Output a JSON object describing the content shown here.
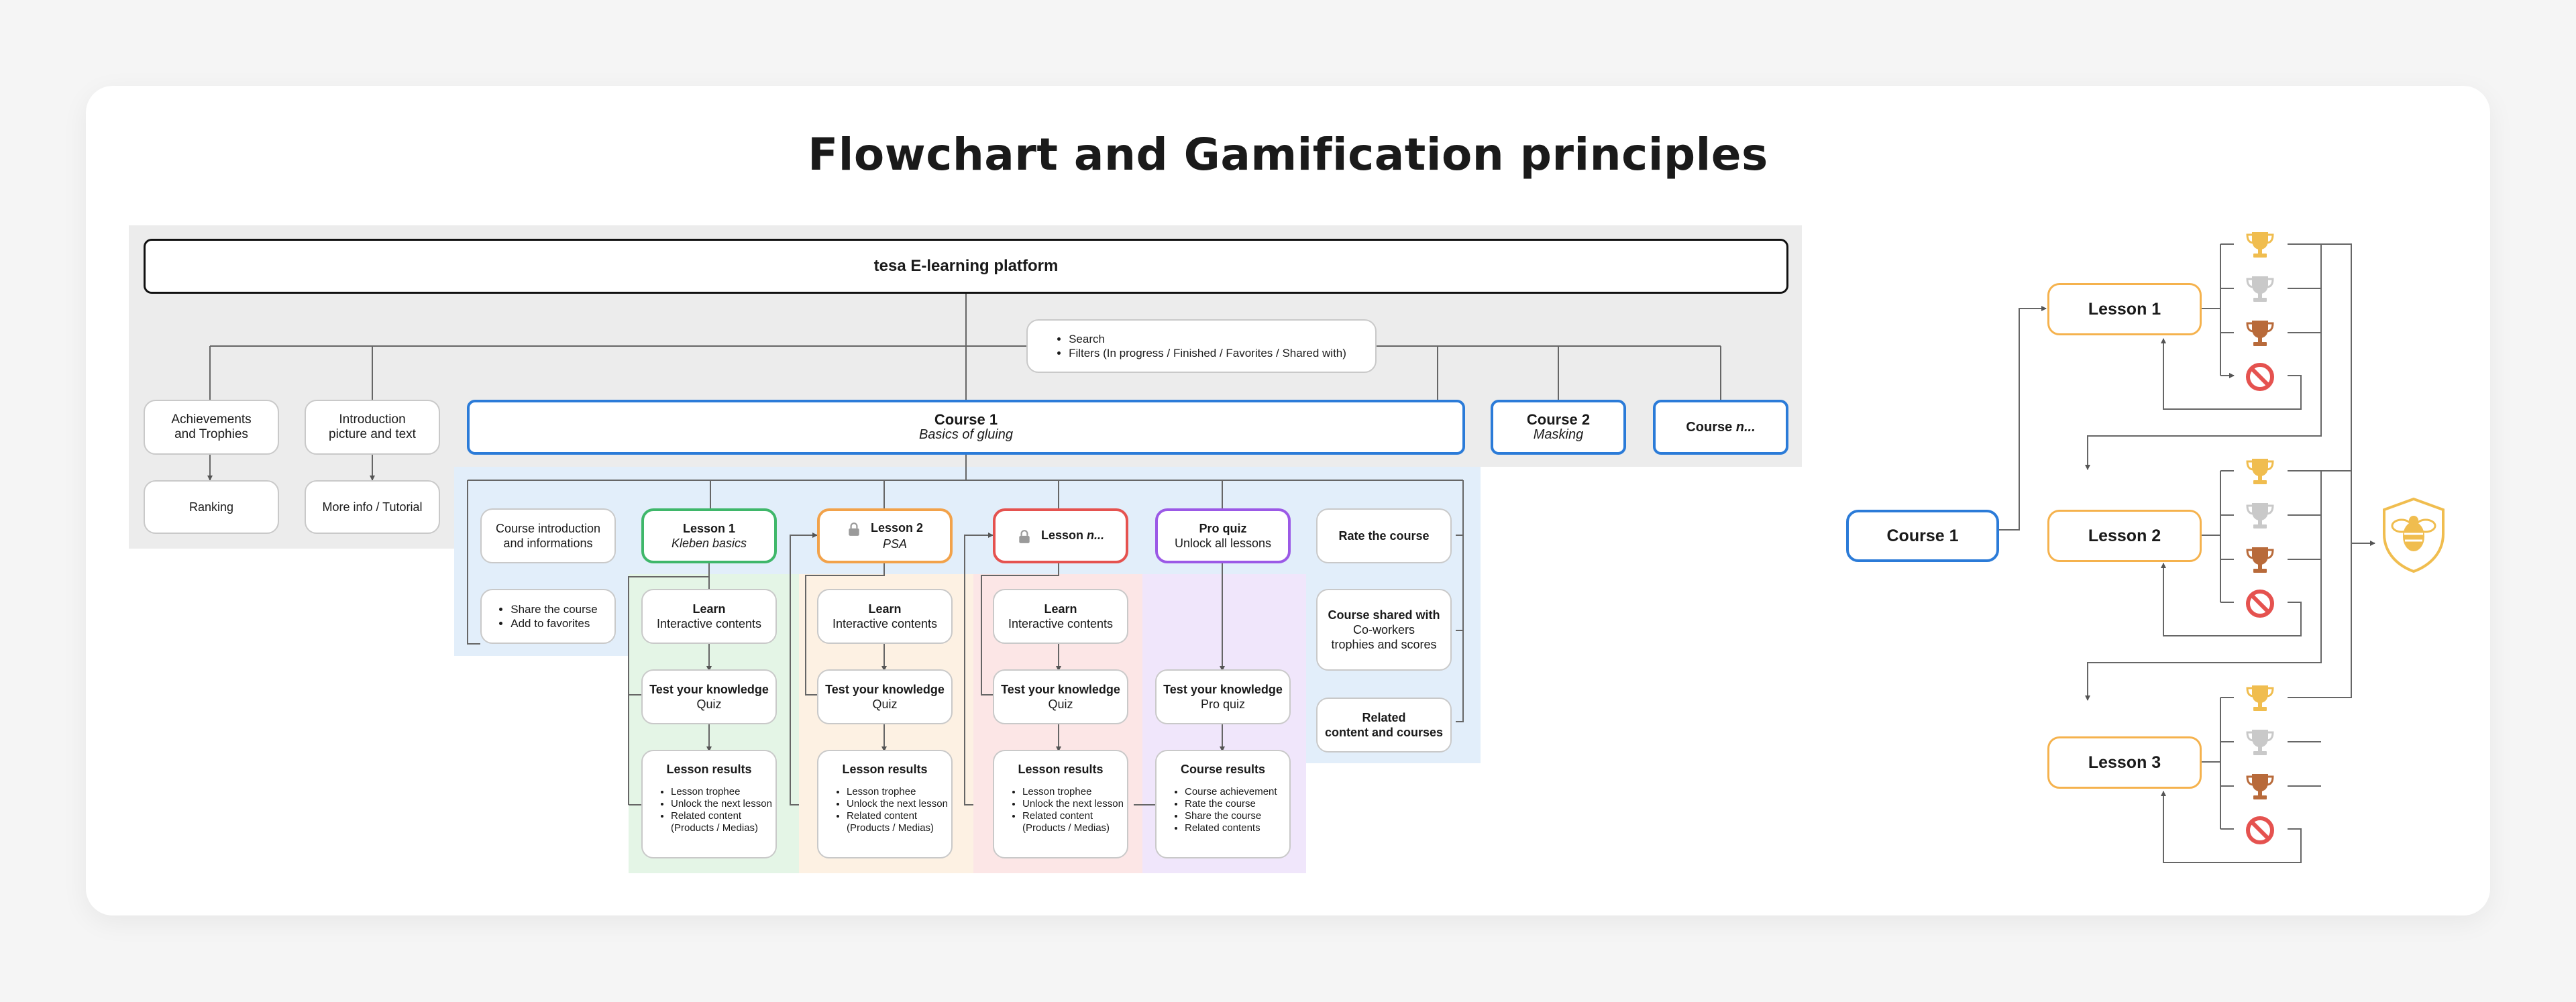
{
  "title": "Flowchart and Gamification principles",
  "platform": "tesa E-learning platform",
  "search": {
    "items": [
      "Search",
      "Filters (In progress / Finished / Favorites / Shared with)"
    ]
  },
  "left": {
    "achievements": "Achievements and Trophies",
    "ranking": "Ranking",
    "intro": "Introduction picture and text",
    "more_info": "More info / Tutorial"
  },
  "course1": {
    "title": "Course 1",
    "subtitle": "Basics of gluing"
  },
  "course2": {
    "title": "Course 2",
    "subtitle": "Masking"
  },
  "coursen": {
    "title": "Course ",
    "title_italic": "n..."
  },
  "course_intro": "Course introduction and informations",
  "share": {
    "items": [
      "Share the course",
      "Add to favorites"
    ]
  },
  "lessons": [
    {
      "title": "Lesson 1",
      "subtitle": "Kleben basics"
    },
    {
      "title": "Lesson 2",
      "subtitle": "PSA"
    },
    {
      "title": "Lesson ",
      "title_italic": "n..."
    }
  ],
  "proquiz": {
    "title": "Pro quiz",
    "subtitle": "Unlock all lessons"
  },
  "learn": {
    "title": "Learn",
    "subtitle": "Interactive contents"
  },
  "test": {
    "title": "Test your knowledge",
    "subtitle": "Quiz",
    "pro_subtitle": "Pro quiz"
  },
  "lesson_results": {
    "title": "Lesson results",
    "items": [
      "Lesson trophee",
      "Unlock the next lesson",
      "Related content",
      "(Products / Medias)"
    ]
  },
  "course_results": {
    "title": "Course results",
    "items": [
      "Course achievement",
      "Rate the course",
      "Share the course",
      "Related contents"
    ]
  },
  "rate": "Rate the course",
  "shared": {
    "title": "Course shared with",
    "line1": "Co-workers",
    "line2": "trophies and scores"
  },
  "related": {
    "line1": "Related",
    "line2": "content and courses"
  },
  "gamification": {
    "course": "Course 1",
    "lessons": [
      "Lesson 1",
      "Lesson 2",
      "Lesson 3"
    ]
  },
  "icons": [
    "lock-icon",
    "trophy-gold-icon",
    "trophy-silver-icon",
    "trophy-bronze-icon",
    "forbidden-icon",
    "bee-badge-icon"
  ],
  "colors": {
    "blue": "#2b7bd8",
    "green": "#3fb76a",
    "orange": "#f2a24a",
    "red": "#e5524f",
    "purple": "#9b59e6",
    "gold": "#f0bd4f",
    "silver": "#c9c9c9",
    "bronze": "#b86a3a"
  }
}
